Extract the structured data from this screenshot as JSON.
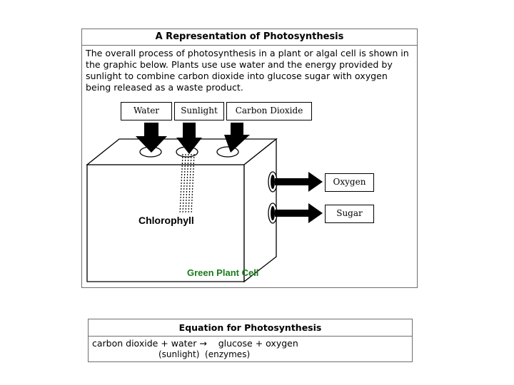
{
  "panel": {
    "title": "A Representation of Photosynthesis",
    "description": "The overall process of photosynthesis in a plant or algal cell is shown in the graphic below. Plants use use water and the energy provided by sunlight to combine carbon dioxide into glucose sugar with oxygen being released as a waste product."
  },
  "inputs": {
    "water": "Water",
    "sunlight": "Sunlight",
    "carbon_dioxide": "Carbon Dioxide"
  },
  "outputs": {
    "oxygen": "Oxygen",
    "sugar": "Sugar"
  },
  "cell": {
    "chlorophyll_label": "Chlorophyll",
    "cell_label": "Green Plant Cell",
    "cell_label_color": "#1a7a1a"
  },
  "equation": {
    "title": "Equation for Photosynthesis",
    "line1": "carbon dioxide + water →    glucose + oxygen",
    "line2": "(sunlight)  (enzymes)"
  }
}
